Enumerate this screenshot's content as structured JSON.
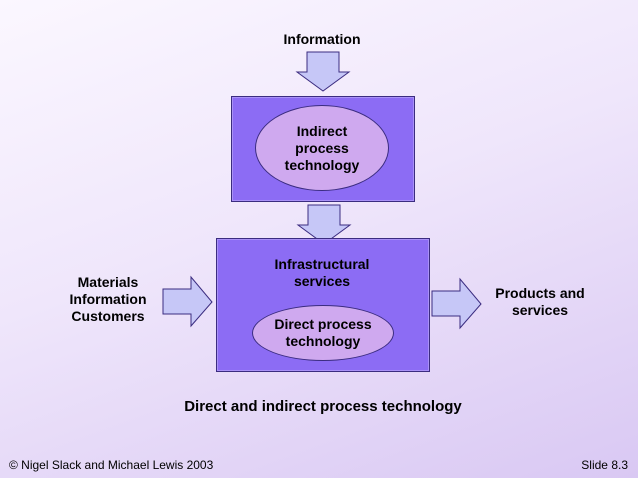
{
  "diagram": {
    "top_input": "Information",
    "indirect_box": {
      "lines": [
        "Indirect",
        "process",
        "technology"
      ]
    },
    "direct_box": {
      "infrastructural": [
        "Infrastructural",
        "services"
      ],
      "process": [
        "Direct process",
        "technology"
      ]
    },
    "left_inputs": [
      "Materials",
      "Information",
      "Customers"
    ],
    "outputs": [
      "Products and",
      "services"
    ],
    "caption": "Direct and indirect process technology"
  },
  "footer": {
    "copyright": "© Nigel Slack and Michael Lewis 2003",
    "slide": "Slide 8.3"
  },
  "colors": {
    "box_fill": "#8c6cf4",
    "ellipse_fill": "#cfa9ef",
    "arrow_fill": "#c6c7f7",
    "outline": "#3b2c80"
  }
}
